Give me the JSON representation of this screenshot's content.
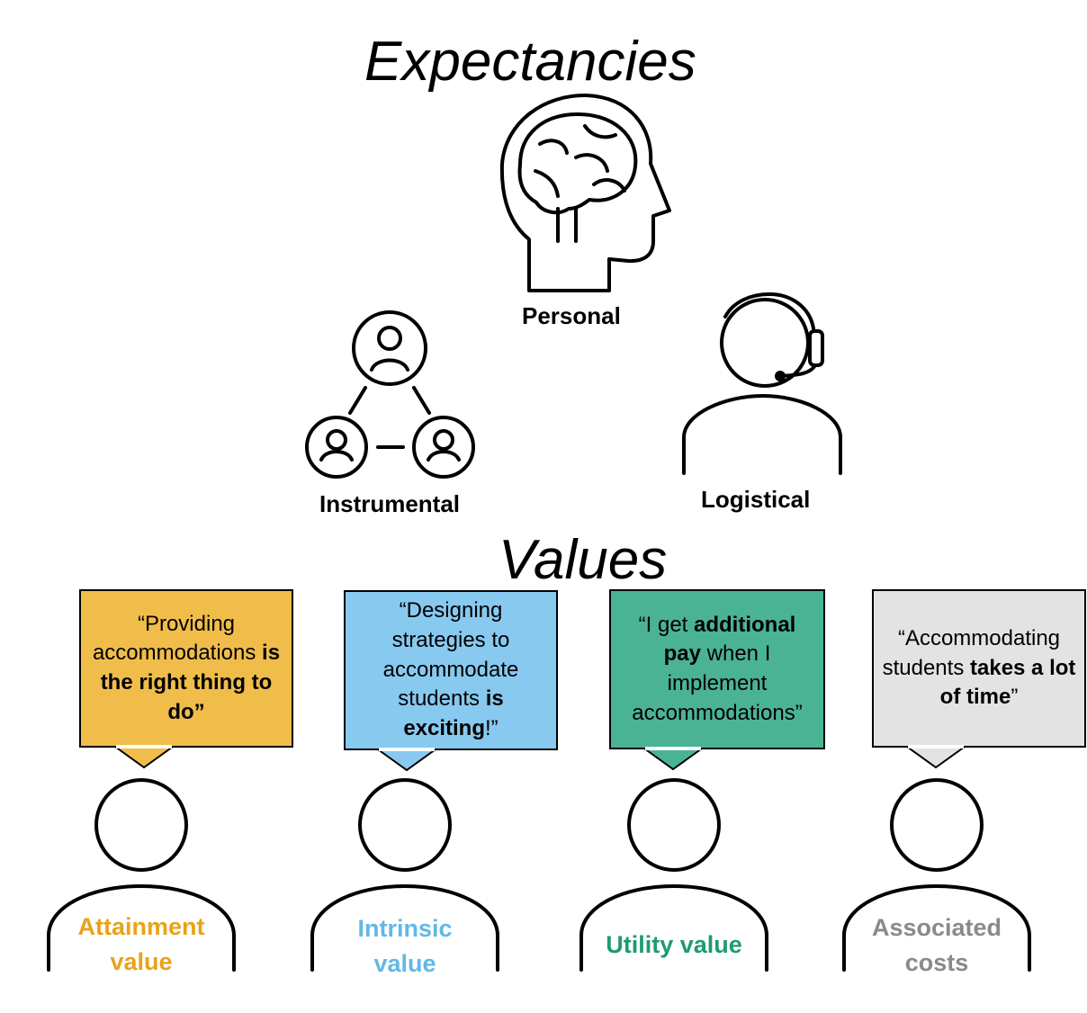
{
  "expectancies": {
    "title": "Expectancies",
    "items": [
      {
        "key": "personal",
        "label": "Personal",
        "icon": "brain-head-icon"
      },
      {
        "key": "instrumental",
        "label": "Instrumental",
        "icon": "network-people-icon"
      },
      {
        "key": "logistical",
        "label": "Logistical",
        "icon": "headset-person-icon"
      }
    ]
  },
  "values": {
    "title": "Values",
    "items": [
      {
        "key": "attainment",
        "color": "#f0bd4a",
        "label_color": "#e8a317",
        "label": [
          "Attainment",
          "value"
        ],
        "quote": [
          {
            "text": "“Providing accommodations "
          },
          {
            "text": "is the right thing to do”",
            "bold": true
          }
        ]
      },
      {
        "key": "intrinsic",
        "color": "#88c9f0",
        "label_color": "#62b8e6",
        "label": [
          "Intrinsic",
          "value"
        ],
        "quote": [
          {
            "text": "“Designing strategies to accommodate students "
          },
          {
            "text": "is exciting",
            "bold": true
          },
          {
            "text": "!”"
          }
        ]
      },
      {
        "key": "utility",
        "color": "#4ab393",
        "label_color": "#1f9a73",
        "label": [
          "Utility value"
        ],
        "quote": [
          {
            "text": "“I get "
          },
          {
            "text": "additional pay",
            "bold": true
          },
          {
            "text": " when I implement accommodations”"
          }
        ]
      },
      {
        "key": "costs",
        "color": "#e3e3e3",
        "label_color": "#8a8a8a",
        "label": [
          "Associated",
          "costs"
        ],
        "quote": [
          {
            "text": "“Accommodating students "
          },
          {
            "text": "takes a lot of time",
            "bold": true
          },
          {
            "text": "”"
          }
        ]
      }
    ]
  }
}
